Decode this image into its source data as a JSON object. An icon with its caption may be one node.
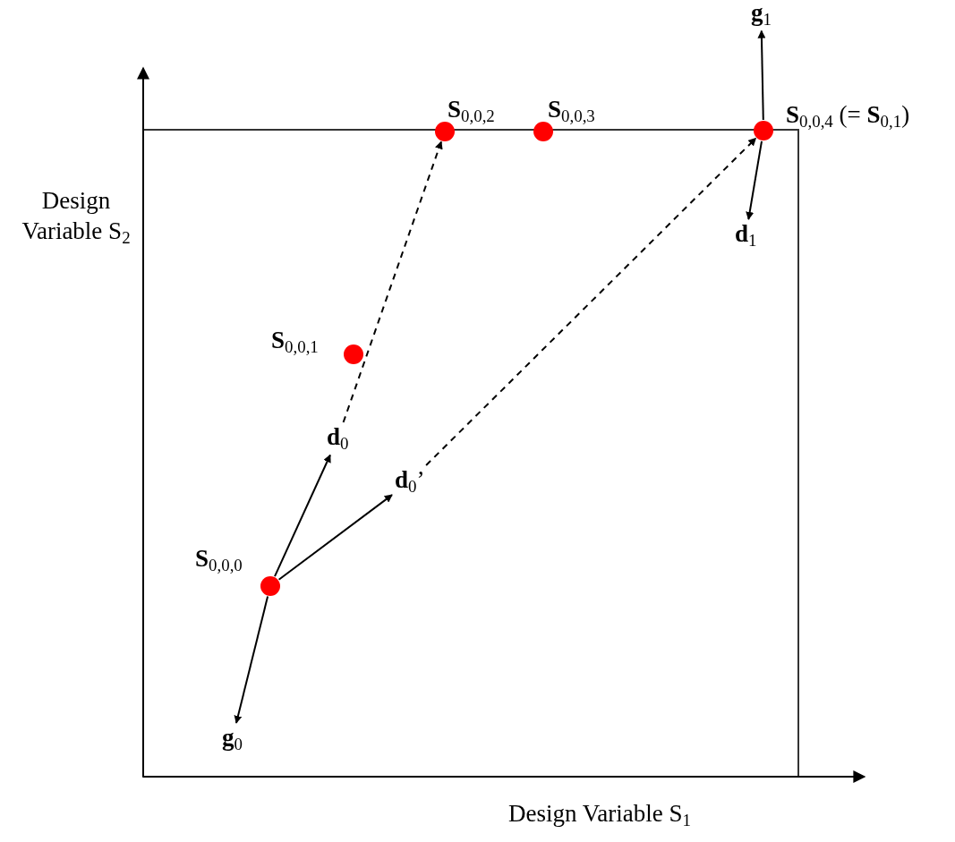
{
  "diagram": {
    "nodes": [
      {
        "text": [],
        "shape": "circle",
        "beside": [
          "**S**$_{0,0,0}$"
        ]
      },
      {
        "text": [],
        "shape": "circle",
        "beside": [
          "**S**$_{0,0,1}$"
        ]
      },
      {
        "text": [],
        "shape": "circle",
        "beside": [
          "**S**$_{0,0,2}$"
        ]
      },
      {
        "text": [],
        "shape": "circle",
        "beside": [
          "**S**$_{0,0,3}$"
        ]
      },
      {
        "text": [],
        "shape": "circle",
        "beside": [
          "**S**$_{0,0,4}$ (= **S**$_{0,1}$)"
        ]
      },
      {
        "text": [
          "**g**$_{0}$"
        ]
      },
      {
        "text": [
          "**d**$_{0}$"
        ]
      },
      {
        "text": [
          "**d**$_{0}$’"
        ]
      },
      {
        "text": [
          "**g**$_{1}$"
        ]
      },
      {
        "text": [
          "**d**$_{1}$"
        ]
      }
    ],
    "edges": [
      {
        "from": 0,
        "to": 5,
        "arrow": "to"
      },
      {
        "from": 0,
        "to": 6,
        "arrow": "to"
      },
      {
        "from": 0,
        "to": 7,
        "arrow": "to"
      },
      {
        "from": 6,
        "to": 2,
        "arrow": "to",
        "style": "dashed"
      },
      {
        "from": 7,
        "to": 4,
        "arrow": "to",
        "style": "dashed"
      },
      {
        "from": 4,
        "to": 8,
        "arrow": "to"
      },
      {
        "from": 4,
        "to": 9,
        "arrow": "to"
      }
    ],
    "labels": [
      "Design Variable S$_{2}$",
      "Design Variable S$_{1}$"
    ]
  }
}
